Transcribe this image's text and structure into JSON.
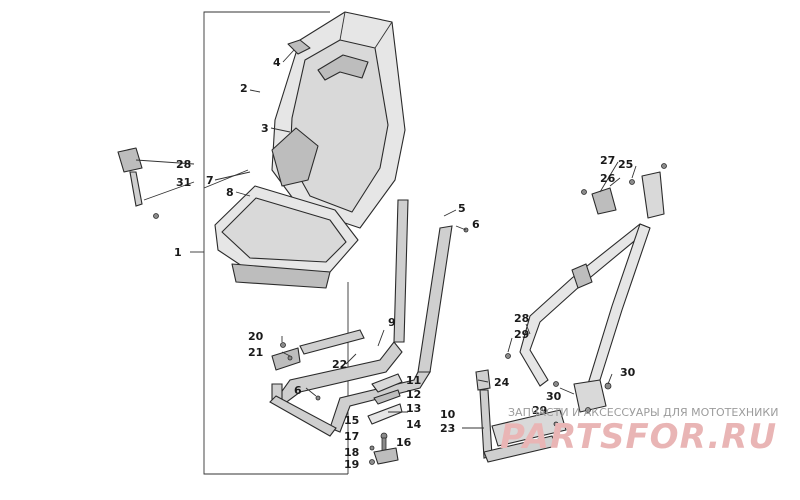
{
  "labels": [
    {
      "id": "1",
      "text": "1"
    },
    {
      "id": "2",
      "text": "2"
    },
    {
      "id": "3",
      "text": "3"
    },
    {
      "id": "4",
      "text": "4"
    },
    {
      "id": "5",
      "text": "5"
    },
    {
      "id": "6a",
      "text": "6"
    },
    {
      "id": "6b",
      "text": "6"
    },
    {
      "id": "7",
      "text": "7"
    },
    {
      "id": "8",
      "text": "8"
    },
    {
      "id": "9",
      "text": "9"
    },
    {
      "id": "10",
      "text": "10"
    },
    {
      "id": "11",
      "text": "11"
    },
    {
      "id": "12",
      "text": "12"
    },
    {
      "id": "13",
      "text": "13"
    },
    {
      "id": "14",
      "text": "14"
    },
    {
      "id": "15",
      "text": "15"
    },
    {
      "id": "16",
      "text": "16"
    },
    {
      "id": "17",
      "text": "17"
    },
    {
      "id": "18",
      "text": "18"
    },
    {
      "id": "19",
      "text": "19"
    },
    {
      "id": "20",
      "text": "20"
    },
    {
      "id": "21",
      "text": "21"
    },
    {
      "id": "22",
      "text": "22"
    },
    {
      "id": "23",
      "text": "23"
    },
    {
      "id": "24",
      "text": "24"
    },
    {
      "id": "25",
      "text": "25"
    },
    {
      "id": "26",
      "text": "26"
    },
    {
      "id": "27",
      "text": "27"
    },
    {
      "id": "28a",
      "text": "28"
    },
    {
      "id": "28b",
      "text": "28"
    },
    {
      "id": "29a",
      "text": "29"
    },
    {
      "id": "29b",
      "text": "29"
    },
    {
      "id": "30a",
      "text": "30"
    },
    {
      "id": "30b",
      "text": "30"
    },
    {
      "id": "31",
      "text": "31"
    }
  ],
  "watermark": {
    "tagline": "ЗАПЧАСТИ И АКСЕССУАРЫ ДЛЯ МОТОТЕХНИКИ",
    "logo": "PARTSFOR.RU"
  }
}
